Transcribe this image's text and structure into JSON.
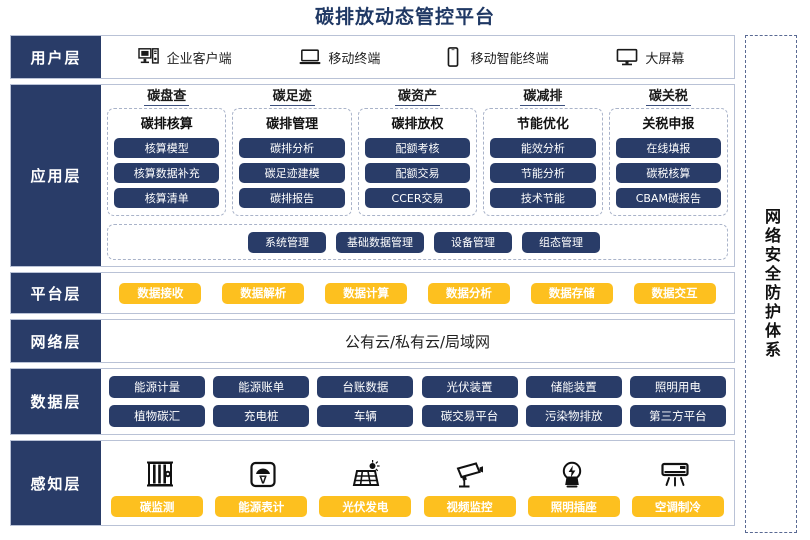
{
  "page_title": "碳排放动态管控平台",
  "colors": {
    "navy": "#293c68",
    "yellow": "#fdc01f",
    "title_navy": "#1f3864",
    "border_grey": "#b9c2d6"
  },
  "security_panel": {
    "label": "网络安全防护体系"
  },
  "layers": {
    "user": {
      "label": "用户层",
      "items": [
        {
          "label": "企业客户端",
          "icon": "desktop-tower-icon"
        },
        {
          "label": "移动终端",
          "icon": "laptop-icon"
        },
        {
          "label": "移动智能终端",
          "icon": "smartphone-icon"
        },
        {
          "label": "大屏幕",
          "icon": "monitor-icon"
        }
      ]
    },
    "application": {
      "label": "应用层",
      "groups": [
        {
          "title": "碳盘查",
          "subtitle": "碳排核算",
          "chips": [
            "核算模型",
            "核算数据补充",
            "核算清单"
          ]
        },
        {
          "title": "碳足迹",
          "subtitle": "碳排管理",
          "chips": [
            "碳排分析",
            "碳足迹建模",
            "碳排报告"
          ]
        },
        {
          "title": "碳资产",
          "subtitle": "碳排放权",
          "chips": [
            "配额考核",
            "配额交易",
            "CCER交易"
          ]
        },
        {
          "title": "碳减排",
          "subtitle": "节能优化",
          "chips": [
            "能效分析",
            "节能分析",
            "技术节能"
          ]
        },
        {
          "title": "碳关税",
          "subtitle": "关税申报",
          "chips": [
            "在线填报",
            "碳税核算",
            "CBAM碳报告"
          ]
        }
      ],
      "management": [
        "系统管理",
        "基础数据管理",
        "设备管理",
        "组态管理"
      ]
    },
    "platform": {
      "label": "平台层",
      "items": [
        "数据接收",
        "数据解析",
        "数据计算",
        "数据分析",
        "数据存储",
        "数据交互"
      ]
    },
    "network": {
      "label": "网络层",
      "text": "公有云/私有云/局域网"
    },
    "data": {
      "label": "数据层",
      "row1": [
        "能源计量",
        "能源账单",
        "台账数据",
        "光伏装置",
        "储能装置",
        "照明用电"
      ],
      "row2": [
        "植物碳汇",
        "充电桩",
        "车辆",
        "碳交易平台",
        "污染物排放",
        "第三方平台"
      ]
    },
    "sense": {
      "label": "感知层",
      "items": [
        {
          "label": "碳监测",
          "icon": "gas-analyzer-icon"
        },
        {
          "label": "能源表计",
          "icon": "meter-gauge-icon"
        },
        {
          "label": "光伏发电",
          "icon": "solar-panel-icon"
        },
        {
          "label": "视频监控",
          "icon": "cctv-camera-icon"
        },
        {
          "label": "照明插座",
          "icon": "light-bulb-icon"
        },
        {
          "label": "空调制冷",
          "icon": "air-conditioner-icon"
        }
      ]
    }
  }
}
